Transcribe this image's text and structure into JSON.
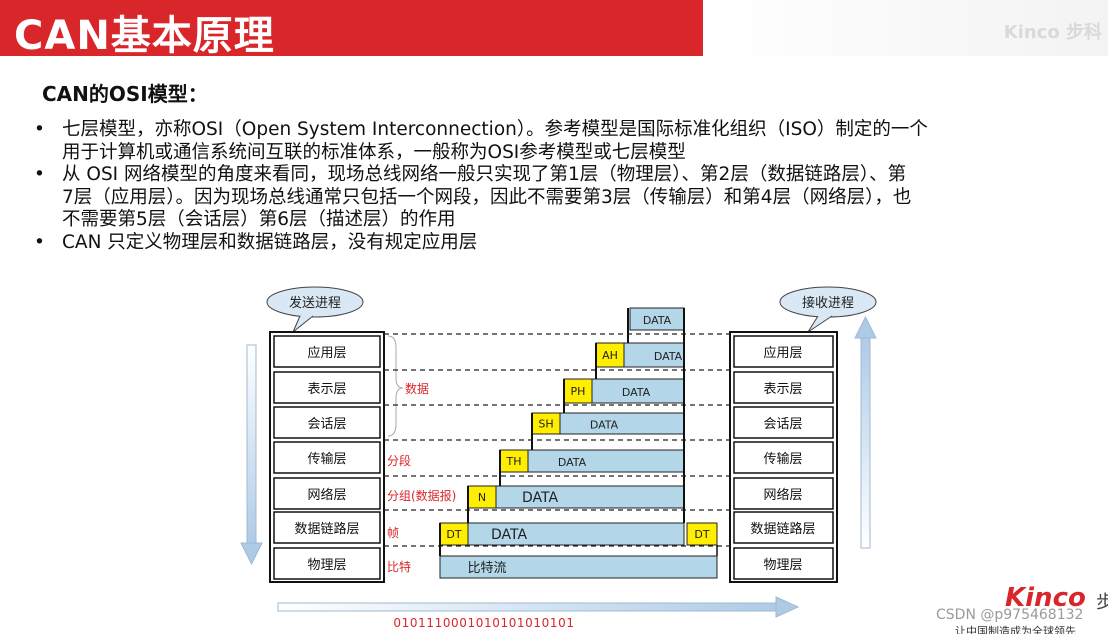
{
  "title": "CAN基本原理",
  "top_right_watermark": "Kinco 步科",
  "section_heading": "CAN的OSI模型：",
  "bullet_marker": "•",
  "bullets": [
    {
      "lines": [
        "七层模型，亦称OSI（Open System Interconnection）。参考模型是国际标准化组织（ISO）制定的一个",
        "用于计算机或通信系统间互联的标准体系，一般称为OSI参考模型或七层模型"
      ]
    },
    {
      "lines": [
        "从 OSI 网络模型的角度来看同，现场总线网络一般只实现了第1层（物理层）、第2层（数据链路层）、第",
        "7层（应用层）。因为现场总线通常只包括一个网段，因此不需要第3层（传输层）和第4层（网络层），也",
        "不需要第5层（会话层）第6层（描述层）的作用"
      ]
    },
    {
      "lines": [
        "CAN 只定义物理层和数据链路层，没有规定应用层"
      ]
    }
  ],
  "diagram": {
    "send_label": "发送进程",
    "receive_label": "接收进程",
    "layers": [
      "应用层",
      "表示层",
      "会话层",
      "传输层",
      "网络层",
      "数据链路层",
      "物理层"
    ],
    "side_labels": [
      "数据",
      "分段",
      "分组(数据报)",
      "帧",
      "比特"
    ],
    "data_label": "DATA",
    "headers": [
      "AH",
      "PH",
      "SH",
      "TH",
      "N",
      "DT"
    ],
    "trailer": "DT",
    "physical_label": "比特流",
    "bitstream": "0101110001010101010101"
  },
  "logo": "Kinco",
  "logo_tail": "步",
  "csdn_watermark": "CSDN @p975468132",
  "slogan": "让中国制造成为全球领先"
}
